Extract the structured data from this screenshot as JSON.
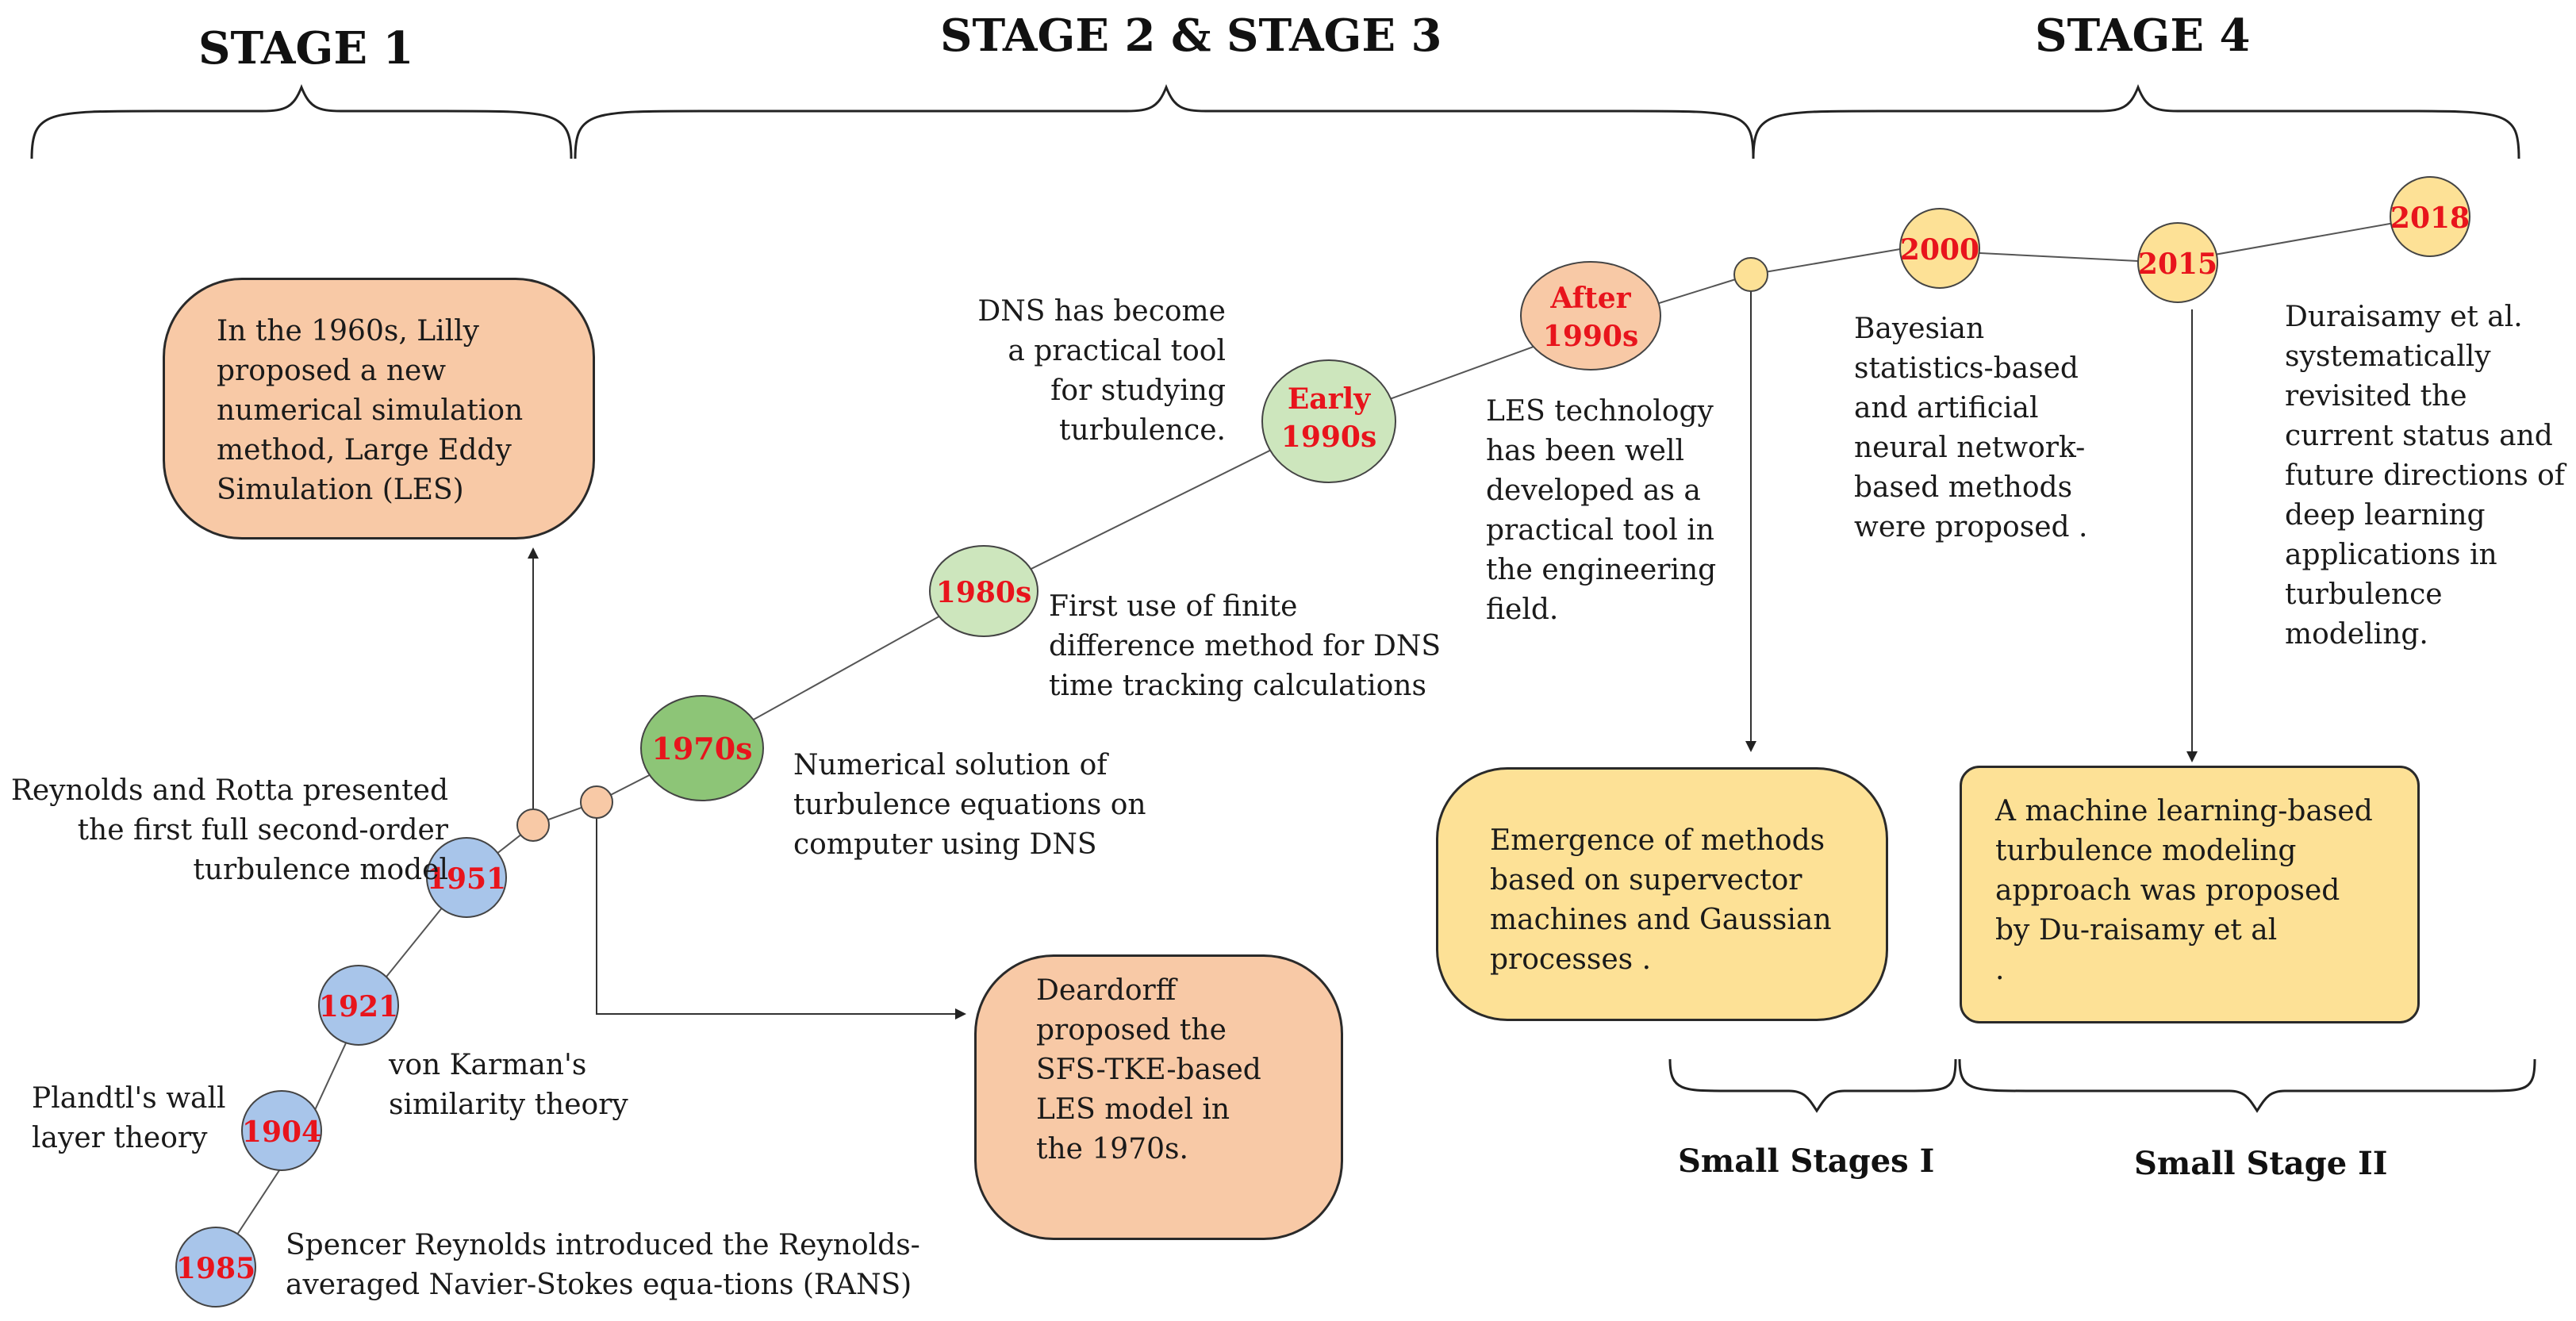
{
  "stages": {
    "stage1": "STAGE 1",
    "stage23": "STAGE 2 & STAGE 3",
    "stage4": "STAGE 4",
    "small1": "Small Stages I",
    "small2": "Small Stage II"
  },
  "colors": {
    "blue": "#a8c5ea",
    "green_light": "#cde6bd",
    "green_dark": "#8dc577",
    "peach": "#f8c9a6",
    "yellow": "#fde196",
    "label_red": "#e8141c"
  },
  "nodes": {
    "n1985": "1985",
    "n1904": "1904",
    "n1921": "1921",
    "n1951": "1951",
    "n1970s": "1970s",
    "n1980s": "1980s",
    "early1": "Early",
    "early2": "1990s",
    "after1": "After",
    "after2": "1990s",
    "n2000": "2000",
    "n2015": "2015",
    "n2018": "2018"
  },
  "texts": {
    "rans": "Spencer Reynolds introduced the Reynolds-\naveraged Navier-Stokes equa-tions (RANS)",
    "plandtl": "Plandtl's wall\nlayer theory",
    "karman": "von Karman's\nsimilarity theory",
    "rotta": "Reynolds and Rotta presented\nthe first full second-order\nturbulence model",
    "numerical": "Numerical solution of\nturbulence equations on\ncomputer using DNS",
    "finite": "First use of finite\ndifference method for DNS\ntime tracking calculations",
    "dns_tool": "DNS has become\na practical tool\nfor studying\nturbulence.",
    "les_tool": "LES technology\nhas been well\ndeveloped as a\npractical tool in\nthe engineering\nfield.",
    "bayesian": "Bayesian\nstatistics-based\nand artificial\nneural network-\nbased methods\nwere proposed .",
    "duraisamy": "Duraisamy et al.\nsystematically\nrevisited the\ncurrent status and\nfuture directions of\ndeep learning\napplications in\nturbulence\nmodeling."
  },
  "boxes": {
    "lilly": "In the 1960s, Lilly\nproposed a new\nnumerical simulation\nmethod, Large Eddy\nSimulation (LES)",
    "deardorff": "Deardorff\nproposed the\nSFS-TKE-based\nLES model in\nthe 1970s.",
    "svm": "Emergence of methods\nbased on supervector\nmachines and Gaussian\nprocesses .",
    "ml": "A machine learning-based\nturbulence modeling\napproach was proposed\nby Du-raisamy et al\n."
  }
}
